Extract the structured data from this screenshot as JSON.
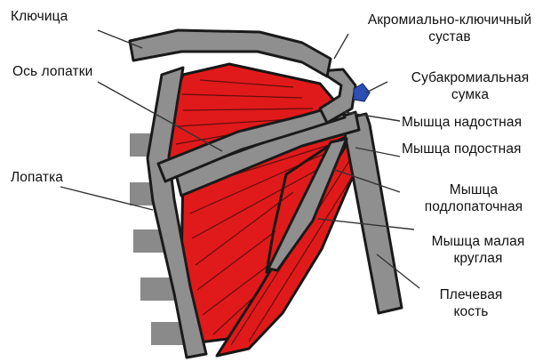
{
  "labels": {
    "clavicle": "Ключица",
    "acj_line1": "Акромиально-ключичный",
    "acj_line2": "сустав",
    "scapular_spine": "Ось лопатки",
    "bursa_line1": "Субакромиальная",
    "bursa_line2": "сумка",
    "supraspinatus": "Мышца надостная",
    "infraspinatus": "Мышца подостная",
    "scapula": "Лопатка",
    "subscap_line1": "Мышца",
    "subscap_line2": "подлопаточная",
    "teres_line1": "Мышца малая",
    "teres_line2": "круглая",
    "humerus_line1": "Плечевая",
    "humerus_line2": "кость"
  },
  "colors": {
    "muscle": "#e01a1a",
    "bone": "#8f8f8f",
    "bursa": "#2d4fb3",
    "outline": "#161616"
  }
}
